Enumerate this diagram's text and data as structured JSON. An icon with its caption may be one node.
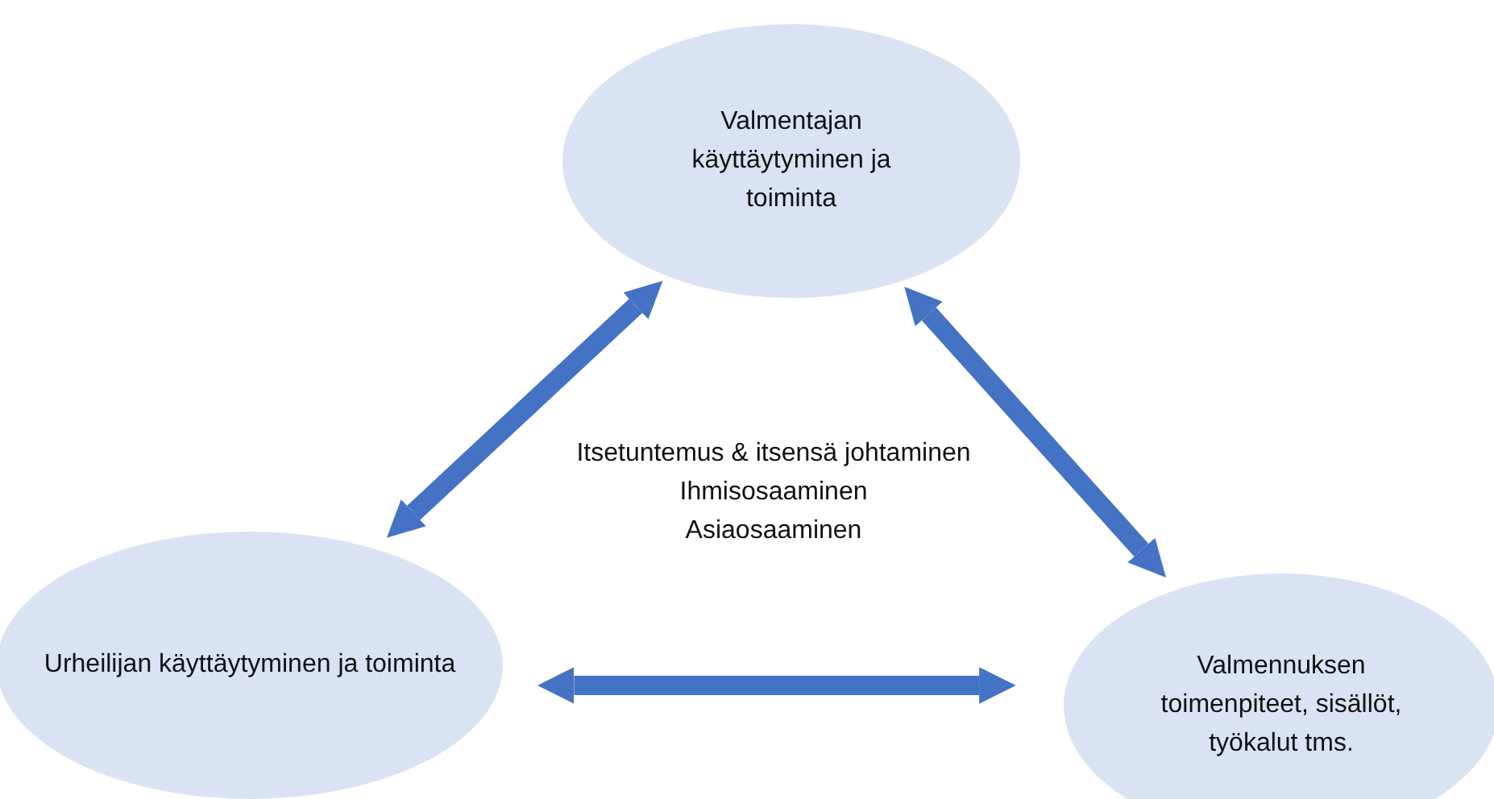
{
  "diagram": {
    "nodes": [
      {
        "text": [
          "Valmentajan käyttäytyminen ja toiminta"
        ]
      },
      {
        "text": [
          "Urheilijan käyttäytyminen ja toiminta"
        ]
      },
      {
        "text": [
          "Valmennuksen toimenpiteet, sisällöt, työkalut tms."
        ]
      }
    ],
    "edges": [
      {
        "from": 0,
        "to": 1,
        "arrow": "both"
      },
      {
        "from": 0,
        "to": 2,
        "arrow": "both"
      },
      {
        "from": 1,
        "to": 2,
        "arrow": "both"
      }
    ],
    "labels": [
      "Itsetuntemus & itsensä johtaminen",
      "Ihmisosaaminen",
      "Asiaosaaminen"
    ]
  }
}
